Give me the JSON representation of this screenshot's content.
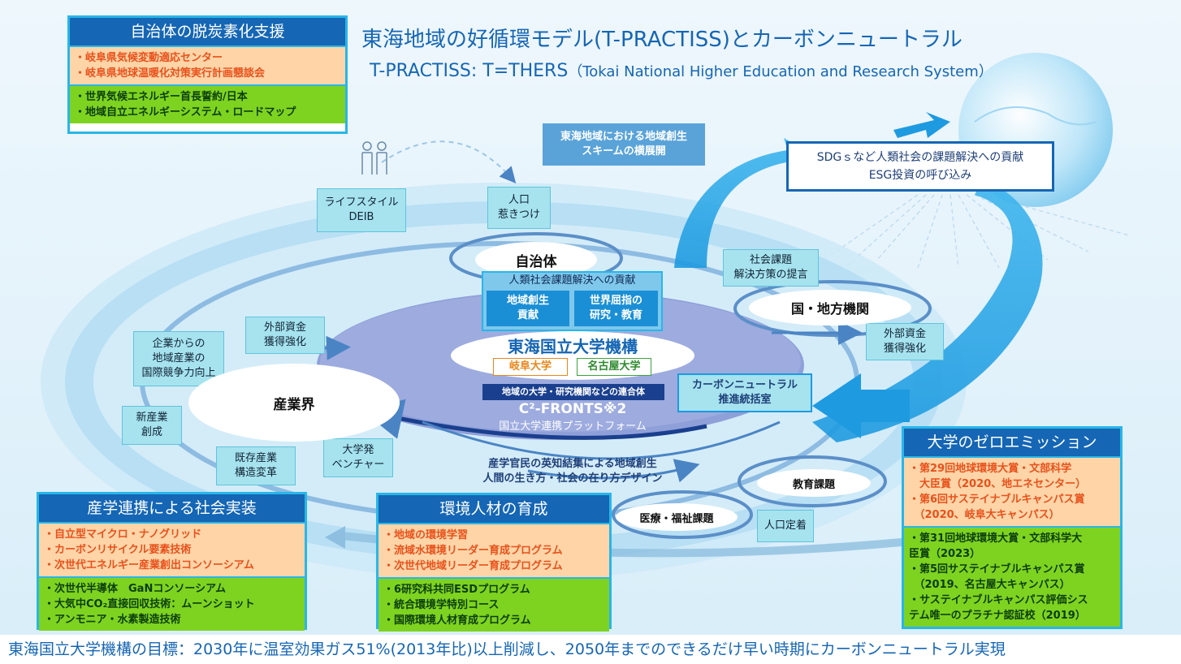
{
  "title": "東海地域の好循環モデル(T-PRACTISS)とカーボンニュートラル",
  "subtitle_main": "T-PRACTISS: T=THERS",
  "subtitle_paren": "（Tokai National  Higher Education and Research System）",
  "panel_local_gov": {
    "header": "自治体の脱炭素化支援",
    "orange": [
      "・岐阜県気候変動適応センター",
      "・岐阜県地球温暖化対策実行計画懇談会"
    ],
    "green": [
      "・世界気候エネルギー首長誓約/日本",
      "・地域自立エネルギーシステム・ロードマップ"
    ]
  },
  "callout_expand": [
    "東海地域における地域創生",
    "スキームの横展開"
  ],
  "sdgs_box": [
    "SDGｓなど人類社会の課題解決への貢献",
    "ESG投資の呼び込み"
  ],
  "labels": {
    "lifestyle": [
      "ライフスタイル",
      "DEIB"
    ],
    "population": [
      "人口",
      "惹きつけ"
    ],
    "social_issue": [
      "社会課題",
      "解決方策の提言"
    ],
    "ext_fund_left": [
      "外部資金",
      "獲得強化"
    ],
    "ext_fund_right": [
      "外部資金",
      "獲得強化"
    ],
    "company": [
      "企業からの",
      "地域産業の",
      "国際競争力向上"
    ],
    "new_industry": [
      "新産業",
      "創成"
    ],
    "existing": [
      "既存産業",
      "構造変革"
    ],
    "venture": [
      "大学発",
      "ベンチャー"
    ],
    "pop_settle": "人口定着",
    "cn_office": [
      "カーボンニュートラル",
      "推進統括室"
    ]
  },
  "nodes": {
    "municipality": "自治体",
    "government": "国・地方機関",
    "industry": "産業界",
    "education_issue": "教育課題",
    "medical": "医療・福祉課題"
  },
  "center": {
    "contribution": "人類社会課題解決への貢献",
    "box_left": [
      "地域創生",
      "貢献"
    ],
    "box_right": [
      "世界屈指の",
      "研究・教育"
    ],
    "org_name": "東海国立大学機構",
    "univ_gifu": "岐阜大学",
    "univ_nagoya": "名古屋大学",
    "consortium": "地域の大学・研究機関などの連合体",
    "platform_name": "C²-FRONTS※2",
    "platform_sub": "国立大学連携プラットフォーム"
  },
  "center_note": [
    "産学官民の英知結集による地域創生",
    "人間の生き方・社会の在り方デザイン"
  ],
  "panel_industry": {
    "header": "産学連携による社会実装",
    "orange": [
      "・自立型マイクロ・ナノグリッド",
      "・カーボンリサイクル要素技術",
      "・次世代エネルギー産業創出コンソーシアム"
    ],
    "green": [
      "・次世代半導体　GaNコンソーシアム",
      "・大気中CO₂直接回収技術：ムーンショット",
      "・アンモニア・水素製造技術"
    ]
  },
  "panel_env": {
    "header": "環境人材の育成",
    "orange": [
      "・地域の環境学習",
      "・流域水環境リーダー育成プログラム",
      "・次世代地域リーダー育成プログラム"
    ],
    "green": [
      "・6研究科共同ESDプログラム",
      "・統合環境学特別コース",
      "・国際環境人材育成プログラム"
    ]
  },
  "panel_zero": {
    "header": "大学のゼロエミッション",
    "orange": [
      "・第29回地球環境大賞・文部科学",
      "　大臣賞（2020、地エネセンター）",
      "・第6回サステイナブルキャンパス賞",
      "　（2020、岐阜大キャンパス）"
    ],
    "green": [
      "・第31回地球環境大賞・文部科学大",
      "臣賞（2023）",
      "・第5回サステイナブルキャンパス賞",
      "　（2019、名古屋大キャンパス）",
      "・サステイナブルキャンパス評価シス",
      "テム唯一のプラチナ認証校（2019）"
    ]
  },
  "footer": "東海国立大学機構の目標：2030年に温室効果ガス51%(2013年比)以上削減し、2050年までのできるだけ早い時期にカーボンニュートラル実現",
  "colors": {
    "brand_blue": "#1566b5",
    "accent_cyan": "#29b6e8",
    "orange_bg": "#ffd5a8",
    "orange_text": "#e8511b",
    "green_bg": "#7ed321"
  },
  "icons": [
    "people-icon",
    "flask-icon",
    "globe-icon"
  ]
}
